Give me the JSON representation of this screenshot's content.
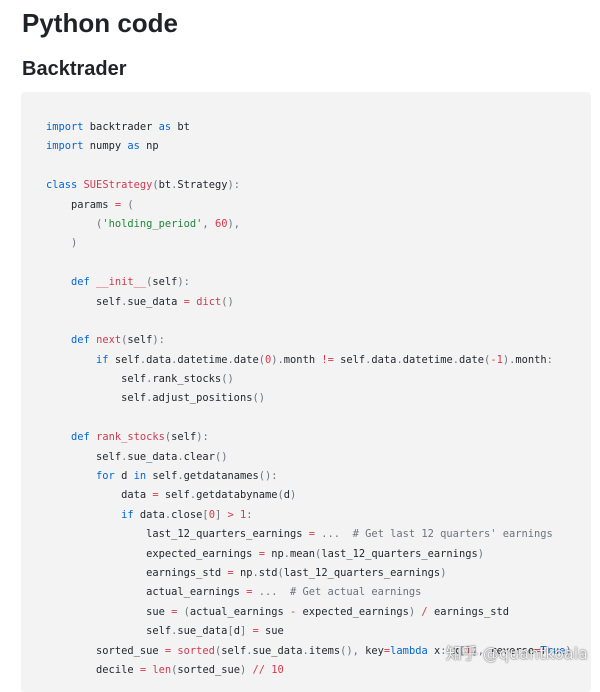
{
  "page": {
    "title": "Python code",
    "section": "Backtrader",
    "watermark": "知乎 @quantkoala"
  },
  "colors": {
    "keyword": "#0366d6",
    "string": "#22863a",
    "number": "#d73a49",
    "function": "#cb3c51",
    "comment": "#6a737d",
    "operator": "#d73a49",
    "plain": "#24292e",
    "punctuation": "#6a737d",
    "code_background": "#f3f3f3"
  },
  "code": {
    "language": "python",
    "lines": [
      [
        [
          "kw",
          "import"
        ],
        [
          "pl",
          " backtrader "
        ],
        [
          "kw",
          "as"
        ],
        [
          "pl",
          " bt"
        ]
      ],
      [
        [
          "kw",
          "import"
        ],
        [
          "pl",
          " numpy "
        ],
        [
          "kw",
          "as"
        ],
        [
          "pl",
          " np"
        ]
      ],
      [],
      [
        [
          "kw",
          "class"
        ],
        [
          "pl",
          " "
        ],
        [
          "fn",
          "SUEStrategy"
        ],
        [
          "p",
          "("
        ],
        [
          "pl",
          "bt"
        ],
        [
          "p",
          "."
        ],
        [
          "pl",
          "Strategy"
        ],
        [
          "p",
          "):"
        ]
      ],
      [
        [
          "pl",
          "    params "
        ],
        [
          "op",
          "="
        ],
        [
          "pl",
          " "
        ],
        [
          "p",
          "("
        ]
      ],
      [
        [
          "pl",
          "        "
        ],
        [
          "p",
          "("
        ],
        [
          "str",
          "'holding_period'"
        ],
        [
          "p",
          ","
        ],
        [
          "pl",
          " "
        ],
        [
          "num",
          "60"
        ],
        [
          "p",
          "),"
        ]
      ],
      [
        [
          "pl",
          "    "
        ],
        [
          "p",
          ")"
        ]
      ],
      [],
      [
        [
          "pl",
          "    "
        ],
        [
          "kw",
          "def"
        ],
        [
          "pl",
          " "
        ],
        [
          "fn",
          "__init__"
        ],
        [
          "p",
          "("
        ],
        [
          "pl",
          "self"
        ],
        [
          "p",
          "):"
        ]
      ],
      [
        [
          "pl",
          "        self"
        ],
        [
          "p",
          "."
        ],
        [
          "pl",
          "sue_data "
        ],
        [
          "op",
          "="
        ],
        [
          "pl",
          " "
        ],
        [
          "fn",
          "dict"
        ],
        [
          "p",
          "()"
        ]
      ],
      [],
      [
        [
          "pl",
          "    "
        ],
        [
          "kw",
          "def"
        ],
        [
          "pl",
          " "
        ],
        [
          "fn",
          "next"
        ],
        [
          "p",
          "("
        ],
        [
          "pl",
          "self"
        ],
        [
          "p",
          "):"
        ]
      ],
      [
        [
          "pl",
          "        "
        ],
        [
          "kw",
          "if"
        ],
        [
          "pl",
          " self"
        ],
        [
          "p",
          "."
        ],
        [
          "pl",
          "data"
        ],
        [
          "p",
          "."
        ],
        [
          "pl",
          "datetime"
        ],
        [
          "p",
          "."
        ],
        [
          "pl",
          "date"
        ],
        [
          "p",
          "("
        ],
        [
          "num",
          "0"
        ],
        [
          "p",
          ")."
        ],
        [
          "pl",
          "month "
        ],
        [
          "op",
          "!="
        ],
        [
          "pl",
          " self"
        ],
        [
          "p",
          "."
        ],
        [
          "pl",
          "data"
        ],
        [
          "p",
          "."
        ],
        [
          "pl",
          "datetime"
        ],
        [
          "p",
          "."
        ],
        [
          "pl",
          "date"
        ],
        [
          "p",
          "("
        ],
        [
          "op",
          "-"
        ],
        [
          "num",
          "1"
        ],
        [
          "p",
          ")."
        ],
        [
          "pl",
          "month"
        ],
        [
          "p",
          ":"
        ]
      ],
      [
        [
          "pl",
          "            self"
        ],
        [
          "p",
          "."
        ],
        [
          "pl",
          "rank_stocks"
        ],
        [
          "p",
          "()"
        ]
      ],
      [
        [
          "pl",
          "            self"
        ],
        [
          "p",
          "."
        ],
        [
          "pl",
          "adjust_positions"
        ],
        [
          "p",
          "()"
        ]
      ],
      [],
      [
        [
          "pl",
          "    "
        ],
        [
          "kw",
          "def"
        ],
        [
          "pl",
          " "
        ],
        [
          "fn",
          "rank_stocks"
        ],
        [
          "p",
          "("
        ],
        [
          "pl",
          "self"
        ],
        [
          "p",
          "):"
        ]
      ],
      [
        [
          "pl",
          "        self"
        ],
        [
          "p",
          "."
        ],
        [
          "pl",
          "sue_data"
        ],
        [
          "p",
          "."
        ],
        [
          "pl",
          "clear"
        ],
        [
          "p",
          "()"
        ]
      ],
      [
        [
          "pl",
          "        "
        ],
        [
          "kw",
          "for"
        ],
        [
          "pl",
          " d "
        ],
        [
          "kw",
          "in"
        ],
        [
          "pl",
          " self"
        ],
        [
          "p",
          "."
        ],
        [
          "pl",
          "getdatanames"
        ],
        [
          "p",
          "():"
        ]
      ],
      [
        [
          "pl",
          "            data "
        ],
        [
          "op",
          "="
        ],
        [
          "pl",
          " self"
        ],
        [
          "p",
          "."
        ],
        [
          "pl",
          "getdatabyname"
        ],
        [
          "p",
          "("
        ],
        [
          "pl",
          "d"
        ],
        [
          "p",
          ")"
        ]
      ],
      [
        [
          "pl",
          "            "
        ],
        [
          "kw",
          "if"
        ],
        [
          "pl",
          " data"
        ],
        [
          "p",
          "."
        ],
        [
          "pl",
          "close"
        ],
        [
          "p",
          "["
        ],
        [
          "num",
          "0"
        ],
        [
          "p",
          "]"
        ],
        [
          "pl",
          " "
        ],
        [
          "op",
          ">"
        ],
        [
          "pl",
          " "
        ],
        [
          "num",
          "1"
        ],
        [
          "p",
          ":"
        ]
      ],
      [
        [
          "pl",
          "                last_12_quarters_earnings "
        ],
        [
          "op",
          "="
        ],
        [
          "pl",
          " "
        ],
        [
          "p",
          "..."
        ],
        [
          "pl",
          "  "
        ],
        [
          "cm",
          "# Get last 12 quarters' earnings"
        ]
      ],
      [
        [
          "pl",
          "                expected_earnings "
        ],
        [
          "op",
          "="
        ],
        [
          "pl",
          " np"
        ],
        [
          "p",
          "."
        ],
        [
          "pl",
          "mean"
        ],
        [
          "p",
          "("
        ],
        [
          "pl",
          "last_12_quarters_earnings"
        ],
        [
          "p",
          ")"
        ]
      ],
      [
        [
          "pl",
          "                earnings_std "
        ],
        [
          "op",
          "="
        ],
        [
          "pl",
          " np"
        ],
        [
          "p",
          "."
        ],
        [
          "pl",
          "std"
        ],
        [
          "p",
          "("
        ],
        [
          "pl",
          "last_12_quarters_earnings"
        ],
        [
          "p",
          ")"
        ]
      ],
      [
        [
          "pl",
          "                actual_earnings "
        ],
        [
          "op",
          "="
        ],
        [
          "pl",
          " "
        ],
        [
          "p",
          "..."
        ],
        [
          "pl",
          "  "
        ],
        [
          "cm",
          "# Get actual earnings"
        ]
      ],
      [
        [
          "pl",
          "                sue "
        ],
        [
          "op",
          "="
        ],
        [
          "pl",
          " "
        ],
        [
          "p",
          "("
        ],
        [
          "pl",
          "actual_earnings "
        ],
        [
          "op",
          "-"
        ],
        [
          "pl",
          " expected_earnings"
        ],
        [
          "p",
          ")"
        ],
        [
          "pl",
          " "
        ],
        [
          "op",
          "/"
        ],
        [
          "pl",
          " earnings_std"
        ]
      ],
      [
        [
          "pl",
          "                self"
        ],
        [
          "p",
          "."
        ],
        [
          "pl",
          "sue_data"
        ],
        [
          "p",
          "["
        ],
        [
          "pl",
          "d"
        ],
        [
          "p",
          "]"
        ],
        [
          "pl",
          " "
        ],
        [
          "op",
          "="
        ],
        [
          "pl",
          " sue"
        ]
      ],
      [
        [
          "pl",
          "        sorted_sue "
        ],
        [
          "op",
          "="
        ],
        [
          "pl",
          " "
        ],
        [
          "fn",
          "sorted"
        ],
        [
          "p",
          "("
        ],
        [
          "pl",
          "self"
        ],
        [
          "p",
          "."
        ],
        [
          "pl",
          "sue_data"
        ],
        [
          "p",
          "."
        ],
        [
          "pl",
          "items"
        ],
        [
          "p",
          "(),"
        ],
        [
          "pl",
          " key"
        ],
        [
          "op",
          "="
        ],
        [
          "kw",
          "lambda"
        ],
        [
          "pl",
          " x"
        ],
        [
          "p",
          ":"
        ],
        [
          "pl",
          " x"
        ],
        [
          "p",
          "["
        ],
        [
          "num",
          "1"
        ],
        [
          "p",
          "],"
        ],
        [
          "pl",
          " reverse"
        ],
        [
          "op",
          "="
        ],
        [
          "kw",
          "True"
        ],
        [
          "p",
          ")"
        ]
      ],
      [
        [
          "pl",
          "        decile "
        ],
        [
          "op",
          "="
        ],
        [
          "pl",
          " "
        ],
        [
          "fn",
          "len"
        ],
        [
          "p",
          "("
        ],
        [
          "pl",
          "sorted_sue"
        ],
        [
          "p",
          ")"
        ],
        [
          "pl",
          " "
        ],
        [
          "op",
          "//"
        ],
        [
          "pl",
          " "
        ],
        [
          "num",
          "10"
        ]
      ]
    ]
  }
}
